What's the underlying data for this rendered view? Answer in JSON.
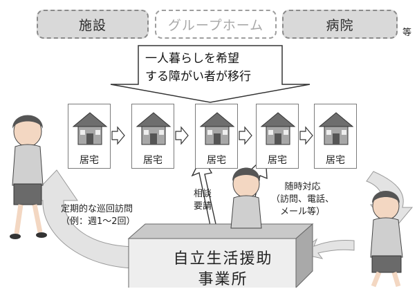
{
  "facility_options": [
    {
      "label": "施設",
      "active": true
    },
    {
      "label": "グループホーム",
      "active": false
    },
    {
      "label": "病院",
      "active": true
    }
  ],
  "facility_suffix": "等",
  "transition_callout": {
    "line1": "一人暮らしを希望",
    "line2": "する障がい者が移行"
  },
  "homes": [
    {
      "label": "居宅"
    },
    {
      "label": "居宅"
    },
    {
      "label": "居宅"
    },
    {
      "label": "居宅"
    },
    {
      "label": "居宅"
    }
  ],
  "periodic_visit": {
    "line1": "定期的な巡回訪問",
    "line2": "（例：週1〜2回）"
  },
  "consultation": {
    "line1": "相談",
    "line2": "要請"
  },
  "response": {
    "line1": "随時対応",
    "line2": "（訪問、電話、",
    "line3": "メール等）"
  },
  "support_office": {
    "line1": "自立生活援助",
    "line2": "事業所"
  }
}
